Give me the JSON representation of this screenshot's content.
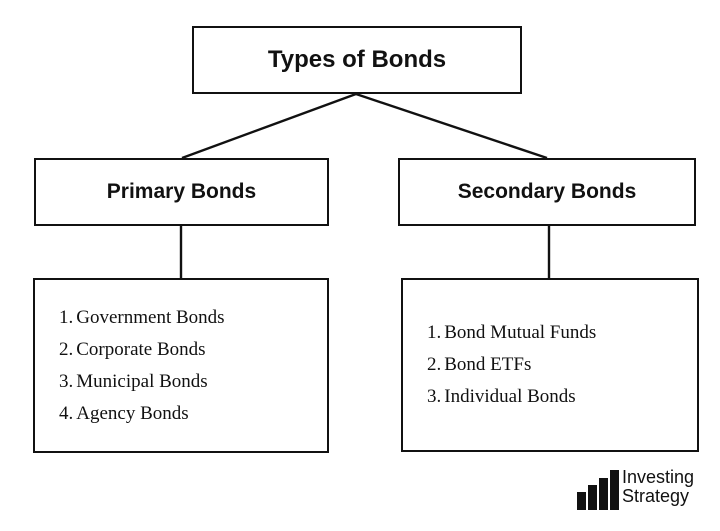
{
  "diagram": {
    "title": "Types of Bonds",
    "branches": [
      {
        "label": "Primary Bonds",
        "items": [
          {
            "num": "1.",
            "text": "Government Bonds"
          },
          {
            "num": "2.",
            "text": "Corporate Bonds"
          },
          {
            "num": "3.",
            "text": "Municipal Bonds"
          },
          {
            "num": "4.",
            "text": "Agency Bonds"
          }
        ]
      },
      {
        "label": "Secondary Bonds",
        "items": [
          {
            "num": "1.",
            "text": "Bond Mutual Funds"
          },
          {
            "num": "2.",
            "text": "Bond ETFs"
          },
          {
            "num": "3.",
            "text": "Individual Bonds"
          }
        ]
      }
    ]
  },
  "brand": {
    "line1": "Investing",
    "line2": "Strategy",
    "icon": "bar-chart-logo-icon"
  },
  "colors": {
    "stroke": "#111111",
    "background": "#ffffff"
  }
}
